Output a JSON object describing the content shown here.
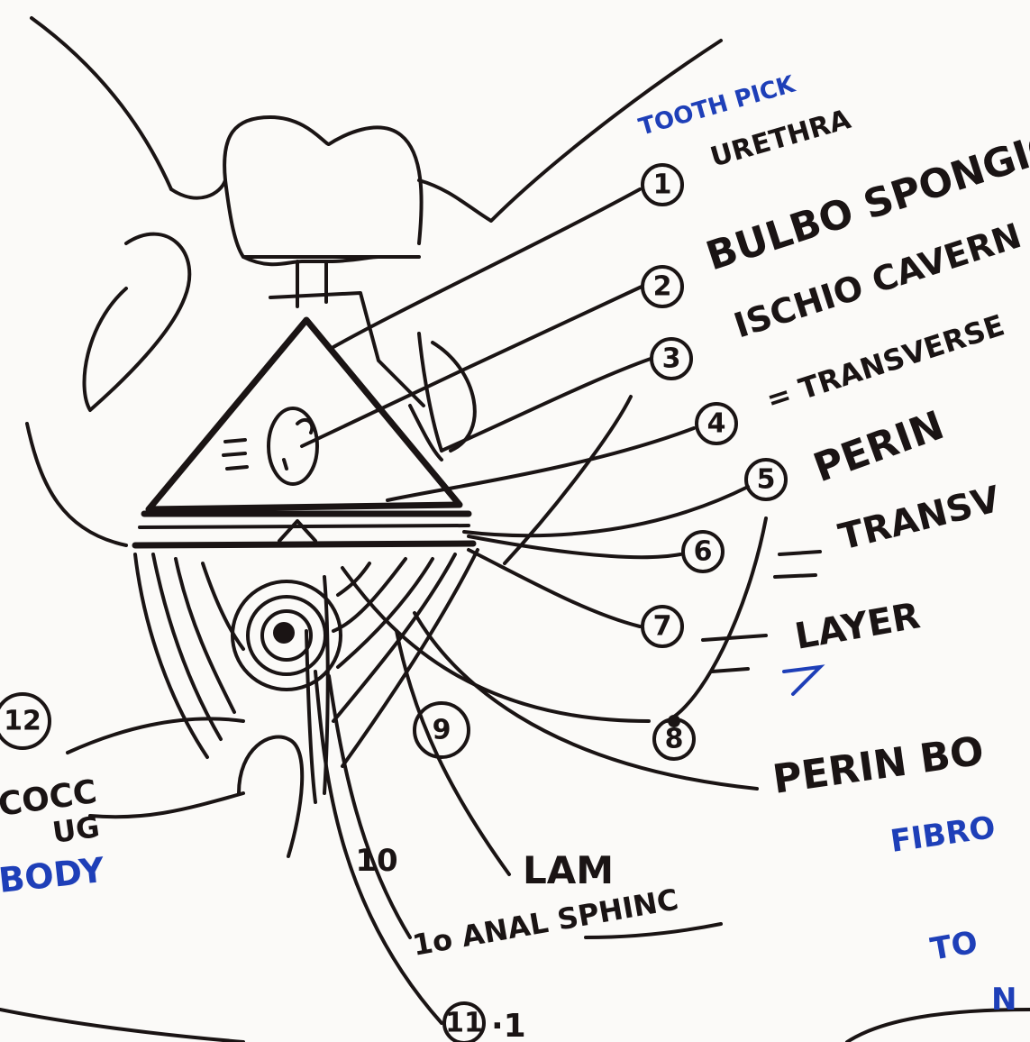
{
  "annotations": {
    "toothpick": "TOOTH PICK",
    "urethra": "URETHRA",
    "bulbospongiosus": "BULBO SPONGIOS",
    "ischiocavernosus": "ISCHIO CAVERN",
    "transverse_superficial": "= TRANSVERSE",
    "perineal": "PERIN",
    "transverse_deep": "TRANSV",
    "layer": "LAYER",
    "perineal_body": "PERIN BO",
    "fibro": "FIBRO",
    "to": "TO",
    "n": "N",
    "lam": "LAM",
    "anal_sphincter": "1o ANAL SPHINC",
    "coccyx": "COCC",
    "ug": "UG",
    "body": "BODY",
    "dot_one": "·1"
  },
  "callouts": [
    "1",
    "2",
    "3",
    "4",
    "5",
    "6",
    "7",
    "8",
    "9",
    "10",
    "11",
    "12"
  ]
}
